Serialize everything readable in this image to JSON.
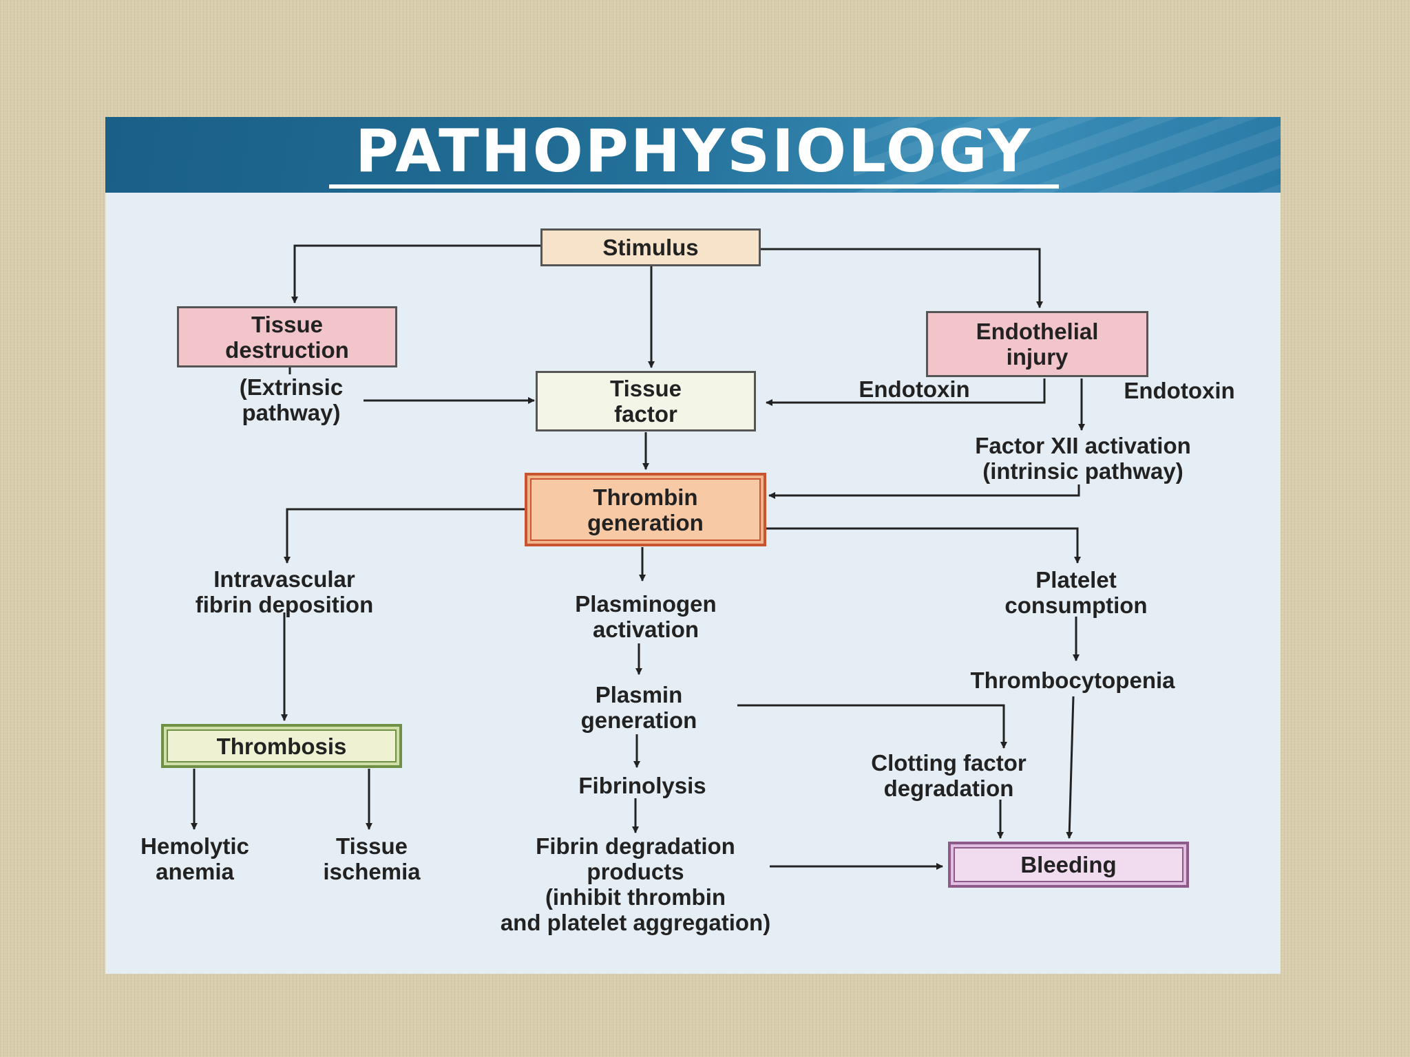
{
  "title": "PATHOPHYSIOLOGY",
  "nodes": {
    "stimulus": "Stimulus",
    "tissue_destruction": "Tissue\ndestruction",
    "extrinsic_pathway": "(Extrinsic\npathway)",
    "endothelial_injury": "Endothelial\ninjury",
    "endotoxin_left": "Endotoxin",
    "endotoxin_right": "Endotoxin",
    "tissue_factor": "Tissue\nfactor",
    "factor_xii": "Factor XII activation\n(intrinsic pathway)",
    "thrombin_generation": "Thrombin\ngeneration",
    "intravascular_fibrin": "Intravascular\nfibrin deposition",
    "plasminogen_activation": "Plasminogen\nactivation",
    "platelet_consumption": "Platelet\nconsumption",
    "plasmin_generation": "Plasmin\ngeneration",
    "thrombocytopenia": "Thrombocytopenia",
    "thrombosis": "Thrombosis",
    "fibrinolysis": "Fibrinolysis",
    "clotting_factor_degradation": "Clotting factor\ndegradation",
    "hemolytic_anemia": "Hemolytic\nanemia",
    "tissue_ischemia": "Tissue\nischemia",
    "fibrin_degradation_products": "Fibrin degradation\nproducts\n(inhibit thrombin\nand platelet aggregation)",
    "bleeding": "Bleeding"
  }
}
